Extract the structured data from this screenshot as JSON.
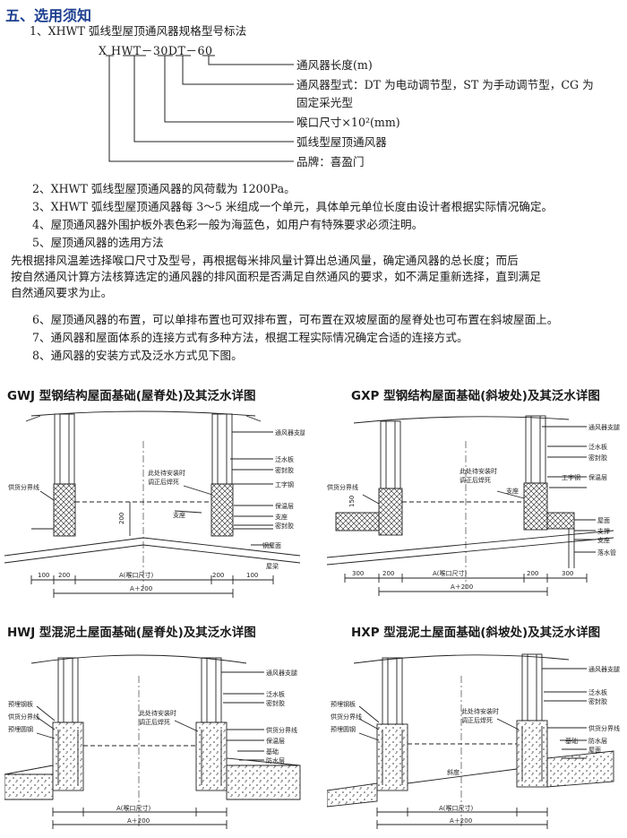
{
  "section_title": "五、选用须知",
  "item1": "1、XHWT 弧线型屋顶通风器规格型号标法",
  "model_code": "X HWT－30DT－60",
  "legend": [
    "通风器长度(m)",
    "通风器型式：DT 为电动调节型，ST 为手动调节型，CG 为",
    "固定采光型",
    "喉口尺寸×10²(mm)",
    "弧线型屋顶通风器",
    "品牌：喜盈门"
  ],
  "items": [
    "2、XHWT 弧线型屋顶通风器的风荷载为 1200Pa。",
    "3、XHWT 弧线型屋顶通风器每 3～5 米组成一个单元，具体单元单位长度由设计者根据实际情况确定。",
    "4、屋顶通风器外围护板外表色彩一般为海蓝色，如用户有特殊要求必须注明。",
    "5、屋顶通风器的选用方法"
  ],
  "item5_body": [
    "先根据排风温差选择喉口尺寸及型号，再根据每米排风量计算出总通风量，确定通风器的总长度；而后",
    "按自然通风计算方法核算选定的通风器的排风面积是否满足自然通风的要求，如不满足重新选择，直到满足",
    "自然通风要求为止。"
  ],
  "items_after": [
    "6、屋顶通风器的布置，可以单排布置也可双排布置，可布置在双坡屋面的屋脊处也可布置在斜坡屋面上。",
    "7、通风器和屋面体系的连接方式有多种方法，根据工程实际情况确定合适的连接方式。",
    "8、通风器的安装方式及泛水方式见下图。"
  ],
  "diagrams": {
    "gwj": {
      "title": "GWJ 型钢结构屋面基础(屋脊处)及其泛水详图",
      "labels": [
        "通风器支腿",
        "泛水板",
        "此处待安装时",
        "调正后焊死",
        "密封胶",
        "供货分界线",
        "工字钢",
        "保温层",
        "支座",
        "密封胶",
        "钢屋面",
        "屋梁"
      ],
      "dims": [
        "200",
        "100",
        "200",
        "A(喉口尺寸)",
        "A＋200",
        "200",
        "100"
      ]
    },
    "gxp": {
      "title": "GXP 型钢结构屋面基础(斜坡处)及其泛水详图",
      "labels": [
        "通风器支腿",
        "泛水板",
        "此处待安装时",
        "调正后焊死",
        "密封胶",
        "供货分界线",
        "工字钢",
        "保温层",
        "支座",
        "屋面",
        "支撑",
        "落水管"
      ],
      "dims": [
        "150",
        "300",
        "200",
        "A(喉口尺寸)",
        "A＋200",
        "200",
        "300"
      ]
    },
    "hwj": {
      "title": "HWJ 型混泥土屋面基础(屋脊处)及其泛水详图",
      "labels": [
        "通风器支腿",
        "泛水板",
        "此处待安装时",
        "调正后焊死",
        "密封胶",
        "预埋钢板",
        "供货分界线",
        "预埋圆钢",
        "保温层",
        "基础",
        "防水层"
      ],
      "dims": [
        "A(喉口尺寸)",
        "A＋200"
      ]
    },
    "hxp": {
      "title": "HXP 型混泥土屋面基础(斜坡处)及其泛水详图",
      "labels": [
        "通风器支腿",
        "泛水板",
        "此处待安装时",
        "调正后焊死",
        "密封胶",
        "预埋钢板",
        "供货分界线",
        "预埋圆钢",
        "基础",
        "防水层",
        "屋面",
        "斜度"
      ],
      "dims": [
        "A(喉口尺寸)",
        "A＋200"
      ]
    }
  }
}
